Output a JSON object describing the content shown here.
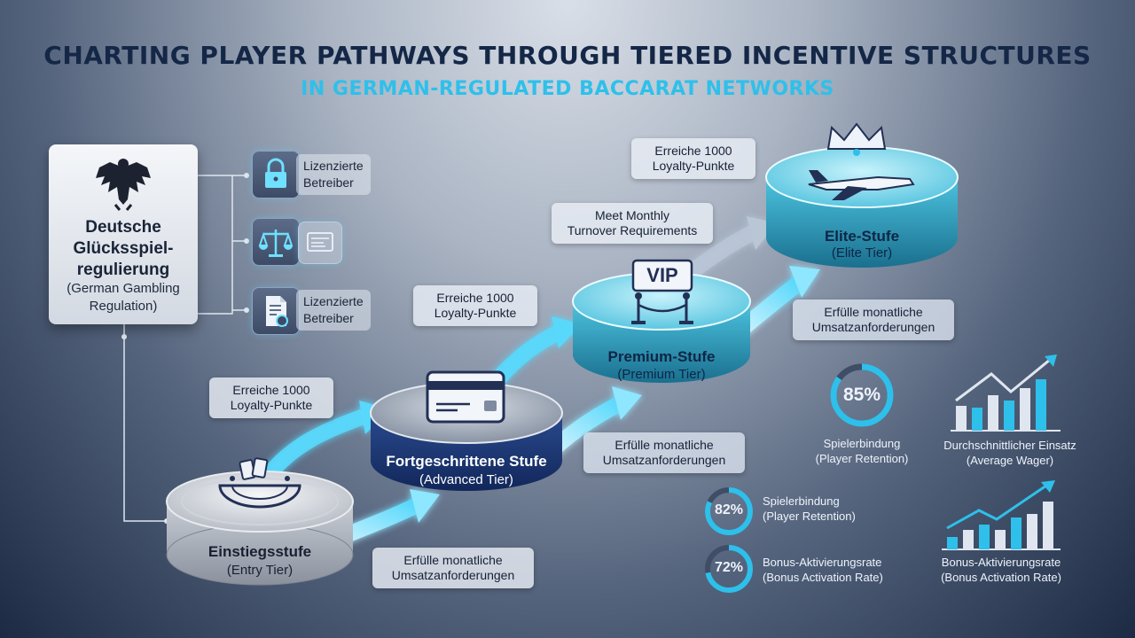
{
  "title": "CHARTING PLAYER PATHWAYS THROUGH TIERED INCENTIVE STRUCTURES",
  "subtitle": "IN GERMAN-REGULATED BACCARAT NETWORKS",
  "regulation": {
    "title_lines": [
      "Deutsche",
      "Glücksspiel-",
      "regulierung"
    ],
    "subtitle_lines": [
      "(German Gambling",
      "Regulation)"
    ],
    "icon": "german-eagle-icon",
    "items": [
      {
        "icon": "lock-icon",
        "label_lines": [
          "Lizenzierte",
          "Betreiber"
        ]
      },
      {
        "icon": "scales-icon",
        "label_lines": [],
        "extra_icon": "document-card-icon"
      },
      {
        "icon": "certificate-document-icon",
        "label_lines": [
          "Lizenzierte",
          "Betreiber"
        ]
      }
    ]
  },
  "tiers": [
    {
      "name": "Einstiegsstufe",
      "sub": "(Entry Tier)",
      "icon": "baccarat-table-icon"
    },
    {
      "name": "Fortgeschrittene Stufe",
      "sub": "(Advanced Tier)",
      "icon": "credit-card-icon"
    },
    {
      "name": "Premium-Stufe",
      "sub": "(Premium Tier)",
      "icon": "vip-rope-icon",
      "badge": "VIP"
    },
    {
      "name": "Elite-Stufe",
      "sub": "(Elite Tier)",
      "icon": "crown-jet-icon"
    }
  ],
  "callouts": [
    {
      "lines": [
        "Erreiche 1000",
        "Loyalty-Punkte"
      ]
    },
    {
      "lines": [
        "Erfülle monatliche",
        "Umsatzanforderungen"
      ]
    },
    {
      "lines": [
        "Erreiche 1000",
        "Loyalty-Punkte"
      ]
    },
    {
      "lines": [
        "Erfülle monatliche",
        "Umsatzanforderungen"
      ]
    },
    {
      "lines": [
        "Meet Monthly",
        "Turnover Requirements"
      ]
    },
    {
      "lines": [
        "Erfülle monatliche",
        "Umsatzanforderungen"
      ]
    },
    {
      "lines": [
        "Erreiche 1000",
        "Loyalty-Punkte"
      ]
    }
  ],
  "stats": {
    "rings": [
      {
        "value": "85%",
        "fraction": 0.85,
        "label_lines": [
          "Spielerbindung",
          "(Player Retention)"
        ]
      },
      {
        "value": "82%",
        "fraction": 0.82,
        "label_lines": [
          "Spielerbindung",
          "(Player Retention)"
        ]
      },
      {
        "value": "72%",
        "fraction": 0.72,
        "label_lines": [
          "Bonus-Aktivierungsrate",
          "(Bonus Activation Rate)"
        ]
      }
    ],
    "bars": [
      {
        "label_lines": [
          "Durchschnittlicher Einsatz",
          "(Average Wager)"
        ],
        "icon": "rising-bar-chart-icon"
      },
      {
        "label_lines": [
          "Bonus-Aktivierungsrate",
          "(Bonus Activation Rate)"
        ],
        "icon": "rising-bar-chart-icon"
      }
    ]
  },
  "colors": {
    "accent": "#2ec0ea",
    "navy": "#142747",
    "cyan_glow": "#59d8fb"
  }
}
